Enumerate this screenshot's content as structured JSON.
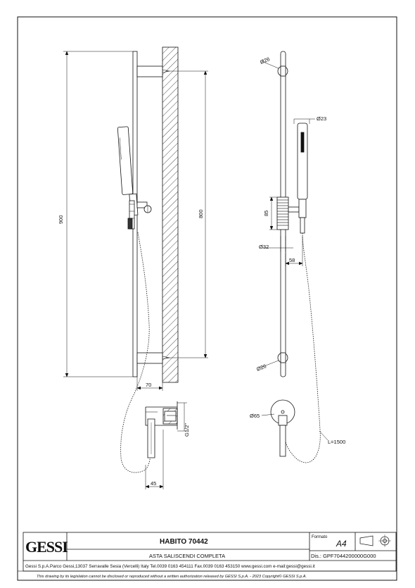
{
  "brand": {
    "logo_text": "GESSI"
  },
  "title_block": {
    "product_code": "HABITO 70442",
    "description": "ASTA SALISCENDI COMPLETA",
    "format_label": "Formato",
    "format_value": "A4",
    "drawing_number": "Dis.: GPF7044200000G000",
    "company_info": "Gessi S.p.A.Parco Gessi,13037 Serravalle Sesia (Vercelli) Italy Tel.0039 0163 454111 Fax.0039 0163 453150 www.gessi.com e-mail:gessi@gessi.it",
    "legal_notice": "This drawing by its legislation cannot be disclosed or reproduced without a written authorization released by GESSI S.p.A. - 2023 Copyright© GESSI S.p.A."
  },
  "dimensions": {
    "total_height": "900",
    "bracket_spacing": "800",
    "wall_offset": "70",
    "outlet_depth": "45",
    "outlet_thread": "G1/2\"",
    "top_bracket_diameter": "Ø26",
    "bottom_bracket_diameter": "Ø26",
    "handshower_diameter": "Ø23",
    "slider_height": "85",
    "bar_diameter": "Ø32",
    "holder_offset": "58",
    "outlet_rosette_diameter": "Ø65",
    "hose_length": "L=1500"
  }
}
